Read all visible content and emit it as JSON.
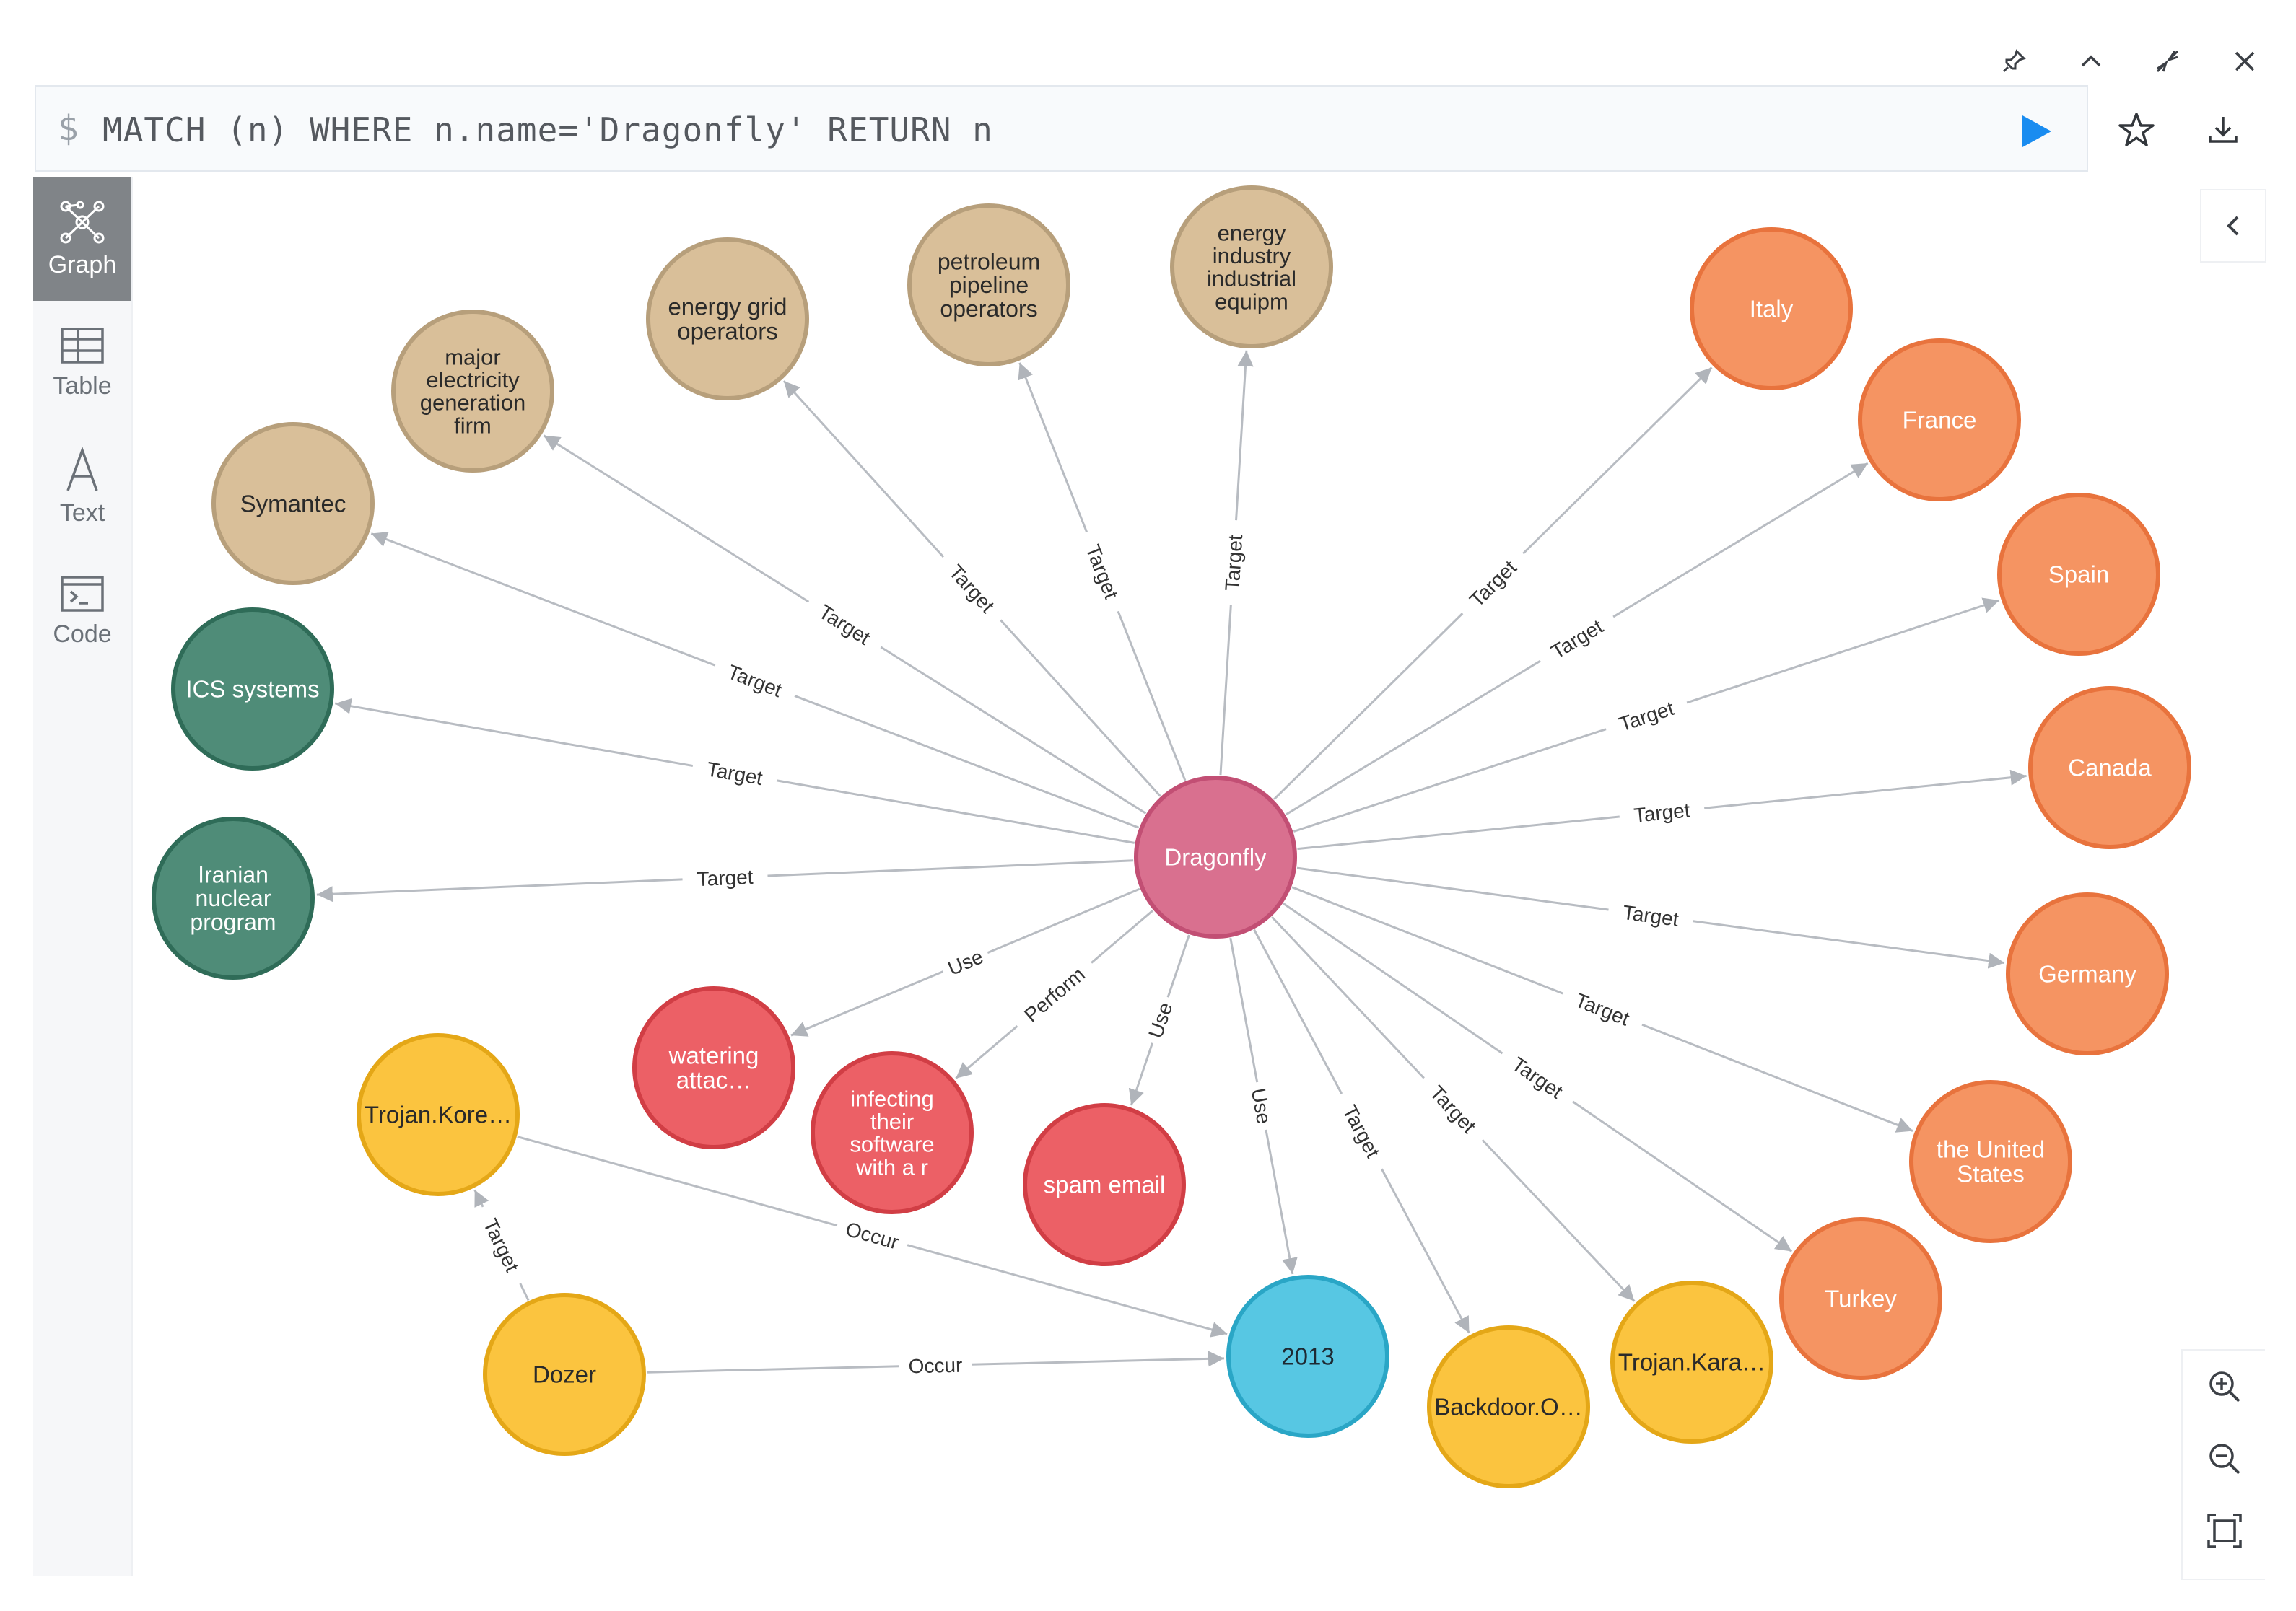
{
  "query": {
    "prompt": "$",
    "text": "MATCH (n) WHERE n.name='Dragonfly' RETURN n"
  },
  "window_controls": [
    "pin-icon",
    "chevron-up-icon",
    "minimize-icon",
    "close-icon"
  ],
  "sidebar": {
    "items": [
      {
        "label": "Graph",
        "icon": "graph-icon",
        "active": true
      },
      {
        "label": "Table",
        "icon": "table-icon",
        "active": false
      },
      {
        "label": "Text",
        "icon": "text-icon",
        "active": false
      },
      {
        "label": "Code",
        "icon": "code-icon",
        "active": false
      }
    ]
  },
  "colors": {
    "center": "#d9708f",
    "target_tan": "#d9bf99",
    "ics_green": "#4f8c78",
    "country_orange": "#f59462",
    "use_red": "#ec6066",
    "malware_yellow": "#fbc43f",
    "year_blue": "#57c7e3",
    "edge": "#b8bcc2"
  },
  "graph": {
    "nodes": [
      {
        "id": "dragonfly",
        "lines": [
          "Dragonfly"
        ],
        "group": "center"
      },
      {
        "id": "energy-industry",
        "lines": [
          "energy",
          "industry",
          "industrial",
          "equipm"
        ],
        "group": "target_tan"
      },
      {
        "id": "petroleum",
        "lines": [
          "petroleum",
          "pipeline",
          "operators"
        ],
        "group": "target_tan"
      },
      {
        "id": "energy-grid",
        "lines": [
          "energy grid",
          "operators"
        ],
        "group": "target_tan"
      },
      {
        "id": "major-electricity",
        "lines": [
          "major",
          "electricity",
          "generation",
          "firm"
        ],
        "group": "target_tan"
      },
      {
        "id": "symantec",
        "lines": [
          "Symantec"
        ],
        "group": "target_tan"
      },
      {
        "id": "ics-systems",
        "lines": [
          "ICS systems"
        ],
        "group": "ics_green"
      },
      {
        "id": "iranian-nuclear",
        "lines": [
          "Iranian",
          "nuclear",
          "program"
        ],
        "group": "ics_green"
      },
      {
        "id": "italy",
        "lines": [
          "Italy"
        ],
        "group": "country_orange"
      },
      {
        "id": "france",
        "lines": [
          "France"
        ],
        "group": "country_orange"
      },
      {
        "id": "spain",
        "lines": [
          "Spain"
        ],
        "group": "country_orange"
      },
      {
        "id": "canada",
        "lines": [
          "Canada"
        ],
        "group": "country_orange"
      },
      {
        "id": "germany",
        "lines": [
          "Germany"
        ],
        "group": "country_orange"
      },
      {
        "id": "united-states",
        "lines": [
          "the United",
          "States"
        ],
        "group": "country_orange"
      },
      {
        "id": "turkey",
        "lines": [
          "Turkey"
        ],
        "group": "country_orange"
      },
      {
        "id": "watering",
        "lines": [
          "watering",
          "attac…"
        ],
        "group": "use_red"
      },
      {
        "id": "infecting",
        "lines": [
          "infecting",
          "their",
          "software",
          "with a r"
        ],
        "group": "use_red"
      },
      {
        "id": "spam-email",
        "lines": [
          "spam email"
        ],
        "group": "use_red"
      },
      {
        "id": "trojan-kore",
        "lines": [
          "Trojan.Kore…"
        ],
        "group": "malware_yellow"
      },
      {
        "id": "dozer",
        "lines": [
          "Dozer"
        ],
        "group": "malware_yellow"
      },
      {
        "id": "backdoor",
        "lines": [
          "Backdoor.O…"
        ],
        "group": "malware_yellow"
      },
      {
        "id": "trojan-kara",
        "lines": [
          "Trojan.Kara…"
        ],
        "group": "malware_yellow"
      },
      {
        "id": "year-2013",
        "lines": [
          "2013"
        ],
        "group": "year_blue"
      }
    ],
    "edges": [
      {
        "from": "dragonfly",
        "to": "energy-industry",
        "label": "Target"
      },
      {
        "from": "dragonfly",
        "to": "petroleum",
        "label": "Target"
      },
      {
        "from": "dragonfly",
        "to": "energy-grid",
        "label": "Target"
      },
      {
        "from": "dragonfly",
        "to": "major-electricity",
        "label": "Target"
      },
      {
        "from": "dragonfly",
        "to": "symantec",
        "label": "Target"
      },
      {
        "from": "dragonfly",
        "to": "ics-systems",
        "label": "Target"
      },
      {
        "from": "dragonfly",
        "to": "iranian-nuclear",
        "label": "Target"
      },
      {
        "from": "dragonfly",
        "to": "italy",
        "label": "Target"
      },
      {
        "from": "dragonfly",
        "to": "france",
        "label": "Target"
      },
      {
        "from": "dragonfly",
        "to": "spain",
        "label": "Target"
      },
      {
        "from": "dragonfly",
        "to": "canada",
        "label": "Target"
      },
      {
        "from": "dragonfly",
        "to": "germany",
        "label": "Target"
      },
      {
        "from": "dragonfly",
        "to": "united-states",
        "label": "Target"
      },
      {
        "from": "dragonfly",
        "to": "turkey",
        "label": "Target"
      },
      {
        "from": "dragonfly",
        "to": "watering",
        "label": "Use"
      },
      {
        "from": "dragonfly",
        "to": "infecting",
        "label": "Perform"
      },
      {
        "from": "dragonfly",
        "to": "spam-email",
        "label": "Use"
      },
      {
        "from": "dragonfly",
        "to": "year-2013",
        "label": "Use"
      },
      {
        "from": "dragonfly",
        "to": "backdoor",
        "label": "Target"
      },
      {
        "from": "dragonfly",
        "to": "trojan-kara",
        "label": "Target"
      },
      {
        "from": "dozer",
        "to": "trojan-kore",
        "label": "Target"
      },
      {
        "from": "trojan-kore",
        "to": "year-2013",
        "label": "Occur"
      },
      {
        "from": "dozer",
        "to": "year-2013",
        "label": "Occur"
      }
    ]
  }
}
